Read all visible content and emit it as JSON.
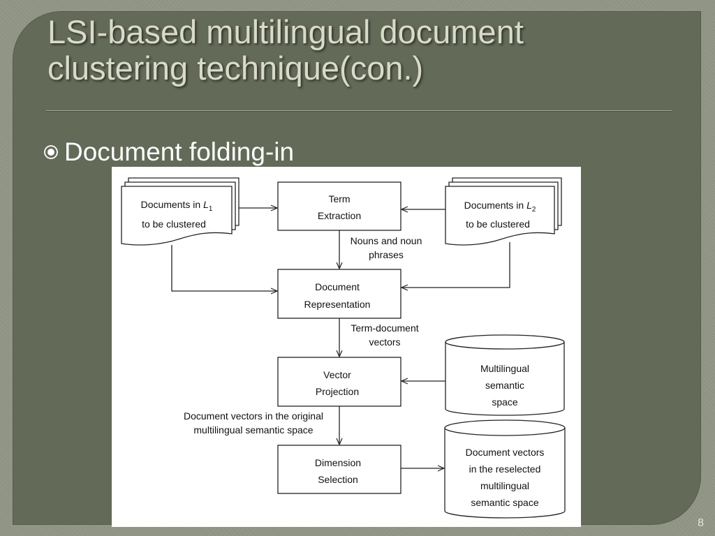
{
  "slide": {
    "title_line1": "LSI-based multilingual document",
    "title_line2": "clustering technique(con.)",
    "bullet": "Document folding-in",
    "page_number": "8",
    "colors": {
      "background": "#8e9282",
      "panel": "#636a58",
      "title": "#d9dac8",
      "bullet_text": "#ffffff"
    }
  },
  "diagram": {
    "docs_l1": {
      "line1": "Documents in ",
      "var": "L",
      "sub": "1",
      "line2": "to be clustered"
    },
    "docs_l2": {
      "line1": "Documents in ",
      "var": "L",
      "sub": "2",
      "line2": "to be clustered"
    },
    "term_extraction": {
      "line1": "Term",
      "line2": "Extraction"
    },
    "edge_nouns": {
      "line1": "Nouns and noun",
      "line2": "phrases"
    },
    "document_representation": {
      "line1": "Document",
      "line2": "Representation"
    },
    "edge_term_document": {
      "line1": "Term-document",
      "line2": "vectors"
    },
    "vector_projection": {
      "line1": "Vector",
      "line2": "Projection"
    },
    "multilingual_space": {
      "line1": "Multilingual",
      "line2": "semantic",
      "line3": "space"
    },
    "edge_doc_vectors": {
      "line1": "Document vectors in the original",
      "line2": "multilingual semantic space"
    },
    "dimension_selection": {
      "line1": "Dimension",
      "line2": "Selection"
    },
    "reselected_vectors": {
      "line1": "Document vectors",
      "line2": "in the reselected",
      "line3": "multilingual",
      "line4": "semantic space"
    }
  }
}
